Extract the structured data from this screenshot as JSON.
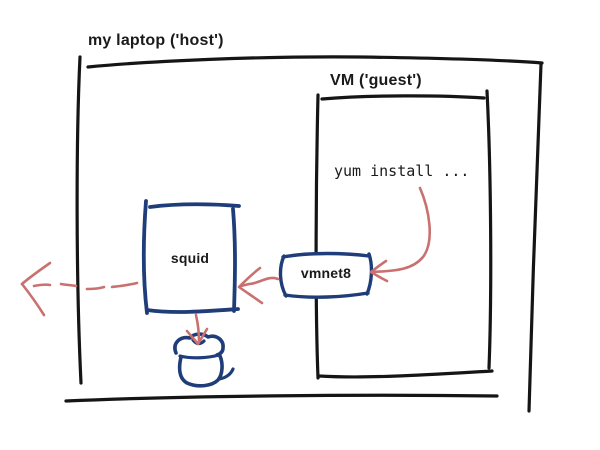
{
  "colors": {
    "ink": "#151515",
    "blue": "#1f3d78",
    "red": "#c9716f",
    "bg": "#ffffff"
  },
  "diagram": {
    "host_label": "my laptop ('host')",
    "guest_label": "VM ('guest')",
    "command_text": "yum install ...",
    "squid_label": "squid",
    "vmnet8_label": "vmnet8",
    "icons": {
      "cache_bucket": "cache-bucket-icon"
    },
    "arrows": [
      {
        "name": "yum-to-vmnet8",
        "style": "solid",
        "color": "#c9716f"
      },
      {
        "name": "vmnet8-to-squid",
        "style": "solid",
        "color": "#c9716f"
      },
      {
        "name": "squid-to-internet",
        "style": "dashed",
        "color": "#c9716f"
      },
      {
        "name": "squid-to-cache",
        "style": "solid",
        "color": "#c9716f"
      }
    ]
  }
}
